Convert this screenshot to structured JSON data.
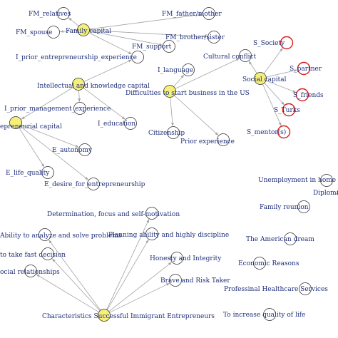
{
  "diagram": {
    "colors": {
      "edge": "#a3a3a3",
      "label": "#1f2f7a",
      "node_stroke": "#333333",
      "node_fill": "#ffffff",
      "hub_fill": "#f6f07a",
      "highlight_stroke": "#d62020"
    },
    "nodes": [
      {
        "id": "fm_relatives",
        "label": "FM_relatives",
        "style": "plain"
      },
      {
        "id": "fm_father",
        "label": "FM_father/mother",
        "style": "plain"
      },
      {
        "id": "fm_spouse",
        "label": "FM_spouse",
        "style": "plain"
      },
      {
        "id": "family_capital",
        "label": "Family capital",
        "style": "hub"
      },
      {
        "id": "fm_brother",
        "label": "FM_brother/sister",
        "style": "plain"
      },
      {
        "id": "fm_support",
        "label": "FM_support",
        "style": "plain"
      },
      {
        "id": "i_prior_ent",
        "label": "I_prior_entrepreneurship_experience",
        "style": "plain"
      },
      {
        "id": "intellectual",
        "label": "Intellectual and knowledge capital",
        "style": "hub"
      },
      {
        "id": "i_prior_mgmt",
        "label": "I_prior_management_experience",
        "style": "plain"
      },
      {
        "id": "i_education",
        "label": "I_education",
        "style": "plain"
      },
      {
        "id": "entrepreneurial",
        "label": "epreneurial capital",
        "style": "hub"
      },
      {
        "id": "e_autonomy",
        "label": "E_autonomy",
        "style": "plain"
      },
      {
        "id": "e_life",
        "label": "E_life_quality",
        "style": "plain"
      },
      {
        "id": "e_desire",
        "label": "E_desire_for_entrepreneurship",
        "style": "plain"
      },
      {
        "id": "i_language",
        "label": "I_language",
        "style": "plain"
      },
      {
        "id": "difficulties",
        "label": "Difficulties to start business in the US",
        "style": "hub"
      },
      {
        "id": "cultural",
        "label": "Cultural conflict",
        "style": "plain"
      },
      {
        "id": "citizenship",
        "label": "Citizenship",
        "style": "plain"
      },
      {
        "id": "prior_exp",
        "label": "Prior experience",
        "style": "plain"
      },
      {
        "id": "social",
        "label": "Social capital",
        "style": "hub"
      },
      {
        "id": "s_society",
        "label": "S_Society",
        "style": "highlight"
      },
      {
        "id": "s_partner",
        "label": "S_partner",
        "style": "highlight"
      },
      {
        "id": "s_friends",
        "label": "S_friends",
        "style": "highlight"
      },
      {
        "id": "s_turks",
        "label": "S_Turks",
        "style": "highlight"
      },
      {
        "id": "s_mentor",
        "label": "S_mentor(s)",
        "style": "highlight"
      },
      {
        "id": "unemployment",
        "label": "Unemployment in home country",
        "style": "plain"
      },
      {
        "id": "diploma",
        "label": "Diploma",
        "style": "plain"
      },
      {
        "id": "family_reunion",
        "label": "Family reunion",
        "style": "plain"
      },
      {
        "id": "american_dream",
        "label": "The American dream",
        "style": "plain"
      },
      {
        "id": "economic",
        "label": "Economic Reasons",
        "style": "plain"
      },
      {
        "id": "healthcare",
        "label": "Professinal Healthcare Services",
        "style": "plain"
      },
      {
        "id": "quality_life",
        "label": "To increase quality of life",
        "style": "plain"
      },
      {
        "id": "determination",
        "label": "Determination, focus and self-motivation",
        "style": "plain"
      },
      {
        "id": "analyze",
        "label": "Ability to analyze and solve problems",
        "style": "plain"
      },
      {
        "id": "planning",
        "label": "Planning ability and highly discipline",
        "style": "plain"
      },
      {
        "id": "fast_decision",
        "label": "to take fast decision",
        "style": "plain"
      },
      {
        "id": "honesty",
        "label": "Honesty and Integrity",
        "style": "plain"
      },
      {
        "id": "social_rel",
        "label": "ocial relationships",
        "style": "plain"
      },
      {
        "id": "brave",
        "label": "Brave and Risk Taker",
        "style": "plain"
      },
      {
        "id": "characteristics",
        "label": "Characteristics Successful Immigrant Entrepreneurs",
        "style": "hub"
      }
    ],
    "edges": [
      [
        "family_capital",
        "fm_relatives"
      ],
      [
        "family_capital",
        "fm_father"
      ],
      [
        "family_capital",
        "fm_spouse"
      ],
      [
        "family_capital",
        "fm_brother"
      ],
      [
        "family_capital",
        "fm_support"
      ],
      [
        "family_capital",
        "i_prior_ent"
      ],
      [
        "intellectual",
        "i_prior_ent"
      ],
      [
        "intellectual",
        "i_prior_mgmt"
      ],
      [
        "intellectual",
        "i_education"
      ],
      [
        "intellectual",
        "entrepreneurial"
      ],
      [
        "entrepreneurial",
        "e_autonomy"
      ],
      [
        "entrepreneurial",
        "e_life"
      ],
      [
        "entrepreneurial",
        "e_desire"
      ],
      [
        "difficulties",
        "i_language"
      ],
      [
        "difficulties",
        "cultural"
      ],
      [
        "difficulties",
        "citizenship"
      ],
      [
        "difficulties",
        "prior_exp"
      ],
      [
        "social",
        "cultural"
      ],
      [
        "social",
        "s_society"
      ],
      [
        "social",
        "s_partner"
      ],
      [
        "social",
        "s_friends"
      ],
      [
        "social",
        "s_turks"
      ],
      [
        "social",
        "s_mentor"
      ],
      [
        "characteristics",
        "determination"
      ],
      [
        "characteristics",
        "analyze"
      ],
      [
        "characteristics",
        "planning"
      ],
      [
        "characteristics",
        "fast_decision"
      ],
      [
        "characteristics",
        "honesty"
      ],
      [
        "characteristics",
        "social_rel"
      ],
      [
        "characteristics",
        "brave"
      ]
    ]
  }
}
